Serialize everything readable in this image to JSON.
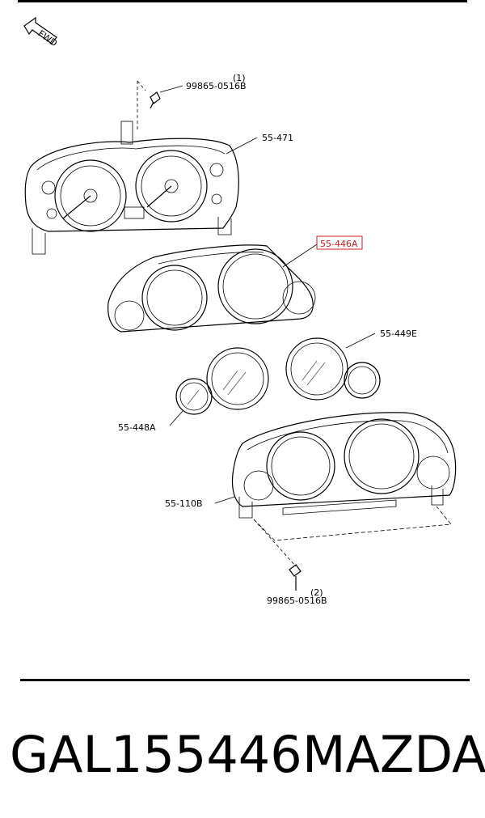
{
  "diagram": {
    "fwd_label": "FWD",
    "callouts": [
      {
        "id": "screw-top-qty",
        "text": "(1)"
      },
      {
        "id": "screw-top",
        "text": "99865-0516B"
      },
      {
        "id": "bezel",
        "text": "55-471"
      },
      {
        "id": "lens-housing",
        "text": "55-446A",
        "highlighted": true
      },
      {
        "id": "dial-right",
        "text": "55-449E"
      },
      {
        "id": "dial-left",
        "text": "55-448A"
      },
      {
        "id": "case",
        "text": "55-110B"
      },
      {
        "id": "screw-bottom-qty",
        "text": "(2)"
      },
      {
        "id": "screw-bottom",
        "text": "99865-0516B"
      }
    ],
    "highlight_color": "#d21e1e"
  },
  "footer": {
    "part_number": "GAL155446",
    "brand": "MAZDA"
  }
}
